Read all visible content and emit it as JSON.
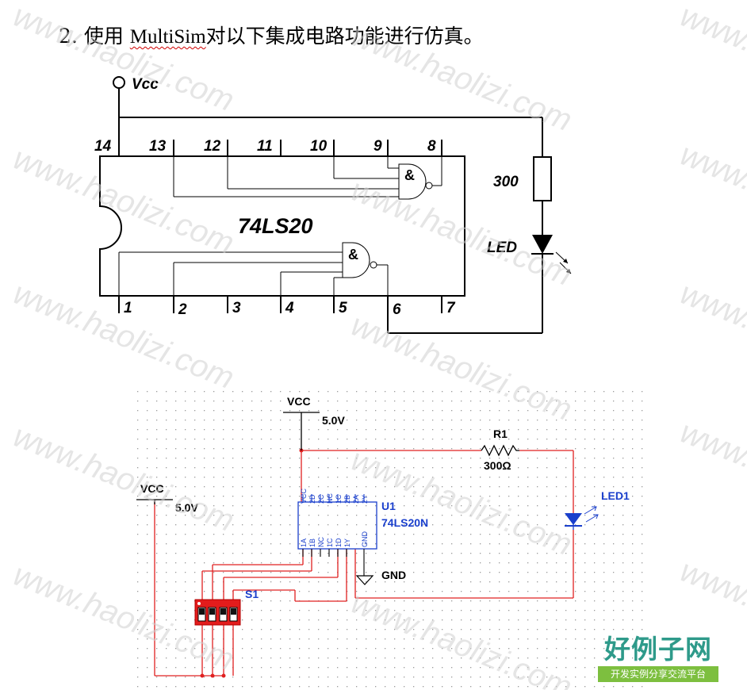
{
  "question": {
    "number": "2.",
    "before": "使用",
    "software": "MultiSim",
    "after": "对以下集成电路功能进行仿真。"
  },
  "diagram1": {
    "vcc_label": "Vcc",
    "chip_label": "74LS20",
    "pins_top": [
      "14",
      "13",
      "12",
      "11",
      "10",
      "9",
      "8"
    ],
    "pins_bottom": [
      "1",
      "2",
      "3",
      "4",
      "5",
      "6",
      "7"
    ],
    "gate_symbol": "&",
    "resistor_label": "300",
    "led_label": "LED"
  },
  "diagram2": {
    "vcc1_label": "VCC",
    "vcc1_value": "5.0V",
    "vcc2_label": "VCC",
    "vcc2_value": "5.0V",
    "resistor_ref": "R1",
    "resistor_value": "300Ω",
    "chip_ref": "U1",
    "chip_part": "74LS20N",
    "chip_pins_top": [
      "VCC",
      "2D",
      "2C",
      "NC",
      "1C",
      "2B",
      "2A",
      "2Y"
    ],
    "chip_pins_bottom": [
      "1A",
      "1B",
      "NC",
      "1C",
      "1D",
      "1Y",
      "GND"
    ],
    "gnd_label": "GND",
    "led_ref": "LED1",
    "switch_ref": "S1"
  },
  "watermark": "www.haolizi.com",
  "logo": {
    "main": "好例子网",
    "sub": "开发实例分享交流平台"
  },
  "colors": {
    "wire_red": "#e02020",
    "label_blue": "#1a3fcc",
    "switch_red": "#e31c1c",
    "logo_teal": "#2e9a8a",
    "logo_green": "#7dbf3f"
  }
}
